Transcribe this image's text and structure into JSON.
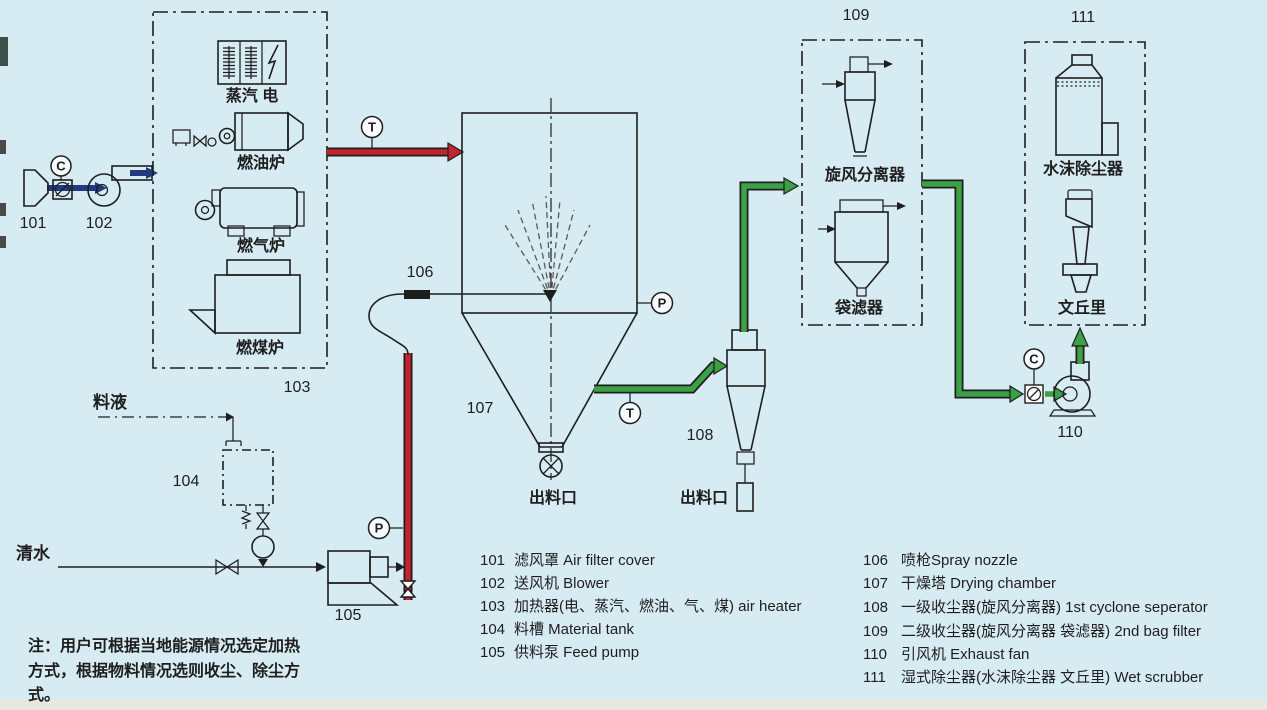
{
  "colors": {
    "bg": "#d7ebf3",
    "line": "#1e1e1e",
    "hot_air": "#c32430",
    "exhaust": "#3da044",
    "inlet": "#21397f",
    "bottom_strip": "#e7e9e0"
  },
  "indicators": {
    "temperature": "T",
    "pressure": "P",
    "control": "C"
  },
  "heater_group": {
    "number": "103",
    "steam_electric": "蒸汽 电",
    "oil_furnace": "燃油炉",
    "gas_furnace": "燃气炉",
    "coal_furnace": "燃煤炉"
  },
  "air_inlet": {
    "filter_number": "101",
    "blower_number": "102"
  },
  "feed_system": {
    "liquid": "料液",
    "tank_number": "104",
    "water": "清水",
    "pump_number": "105"
  },
  "spray_dryer": {
    "nozzle_number": "106",
    "chamber_number": "107",
    "discharge": "出料口"
  },
  "cyclone1": {
    "number": "108",
    "discharge": "出料口"
  },
  "stage2_group": {
    "number": "109",
    "cyclone": "旋风分离器",
    "bag_filter": "袋滤器"
  },
  "exhaust_fan": {
    "number": "110"
  },
  "wet_group": {
    "number": "111",
    "scrubber": "水沫除尘器",
    "venturi": "文丘里"
  },
  "legend": {
    "left": [
      {
        "no": "101",
        "label": "滤风罩 Air filter cover"
      },
      {
        "no": "102",
        "label": "送风机 Blower"
      },
      {
        "no": "103",
        "label": "加热器(电、蒸汽、燃油、气、煤) air heater"
      },
      {
        "no": "104",
        "label": "料槽 Material tank"
      },
      {
        "no": "105",
        "label": "供料泵 Feed pump"
      }
    ],
    "right": [
      {
        "no": "106",
        "label": "喷枪Spray nozzle"
      },
      {
        "no": "107",
        "label": "干燥塔 Drying chamber"
      },
      {
        "no": "108",
        "label": "一级收尘器(旋风分离器) 1st cyclone seperator"
      },
      {
        "no": "109",
        "label": "二级收尘器(旋风分离器 袋滤器) 2nd bag filter"
      },
      {
        "no": "110",
        "label": "引风机 Exhaust fan"
      },
      {
        "no": "111",
        "label": "湿式除尘器(水沫除尘器 文丘里) Wet scrubber"
      }
    ]
  },
  "note": {
    "line1": "注：用户可根据当地能源情况选定加热",
    "line2": "方式，根据物料情况选则收尘、除尘方",
    "line3": "式。"
  }
}
